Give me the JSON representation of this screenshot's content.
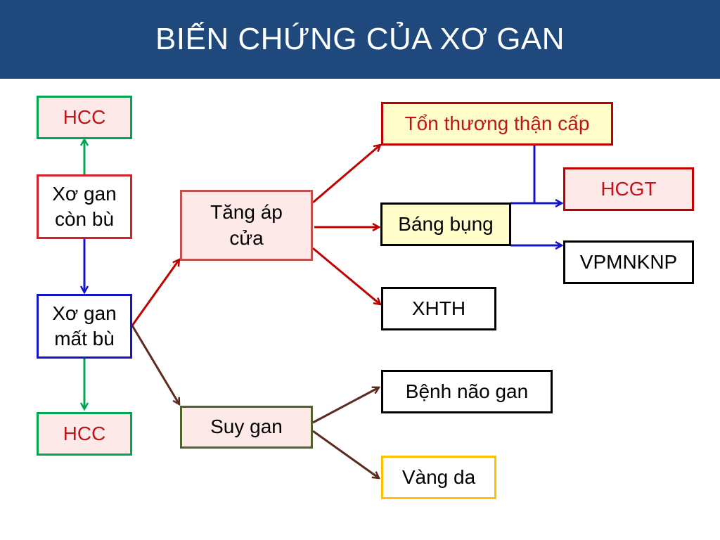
{
  "title": "BIẾN CHỨNG CỦA XƠ GAN",
  "nodes": {
    "hcc_top": "HCC",
    "xo_gan_con_bu_1": "Xơ gan",
    "xo_gan_con_bu_2": "còn bù",
    "xo_gan_mat_bu_1": "Xơ gan",
    "xo_gan_mat_bu_2": "mất bù",
    "hcc_bottom": "HCC",
    "tang_ap_cua_1": "Tăng áp",
    "tang_ap_cua_2": "cửa",
    "suy_gan": "Suy gan",
    "ton_thuong_than_cap": "Tổn thương thận cấp",
    "bang_bung": "Báng bụng",
    "hcgt": "HCGT",
    "vpmnknp": "VPMNKNP",
    "xhth": "XHTH",
    "benh_nao_gan": "Bệnh não gan",
    "vang_da": "Vàng da"
  },
  "colors": {
    "header": "#1f497d",
    "arrow_red": "#c00000",
    "arrow_blue": "#1414c8",
    "arrow_green": "#00a650",
    "arrow_brown": "#5c2a1f"
  }
}
